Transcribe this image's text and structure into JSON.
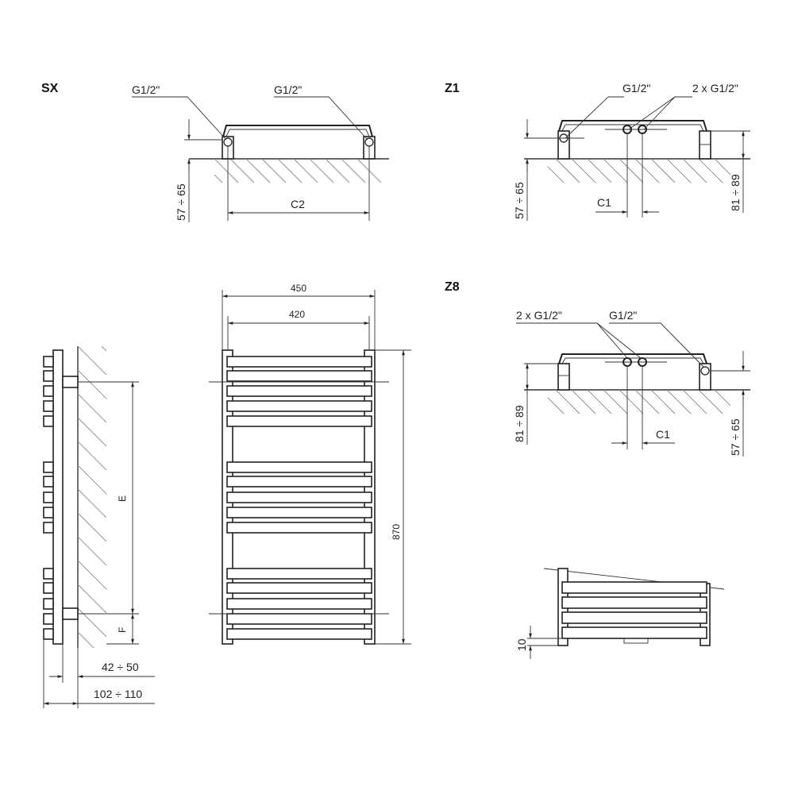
{
  "sx": {
    "title": "SX",
    "port_left": "G1/2\"",
    "port_right": "G1/2\"",
    "dim_height": "57 ÷ 65",
    "dim_width": "C2"
  },
  "z1": {
    "title": "Z1",
    "port_single": "G1/2\"",
    "port_double": "2 x G1/2\"",
    "dim_left": "57 ÷ 65",
    "dim_right": "81 ÷ 89",
    "dim_c": "C1"
  },
  "z8": {
    "title": "Z8",
    "port_double": "2 x G1/2\"",
    "port_single": "G1/2\"",
    "dim_left": "81 ÷ 89",
    "dim_right": "57 ÷ 65",
    "dim_c": "C1"
  },
  "front": {
    "width_outer": "450",
    "width_inner": "420",
    "height": "870"
  },
  "side": {
    "dim_e": "E",
    "dim_f": "F",
    "depth_inner": "42 ÷ 50",
    "depth_outer": "102 ÷ 110"
  },
  "detail": {
    "dim_gap": "10"
  }
}
